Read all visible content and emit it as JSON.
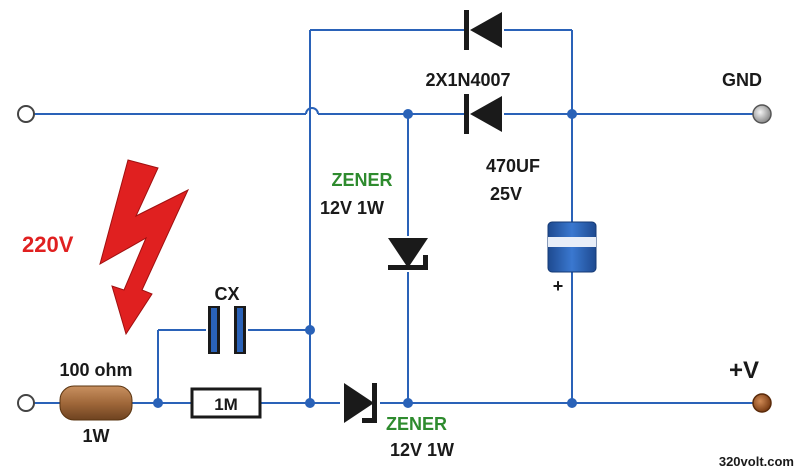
{
  "labels": {
    "diodes": "2X1N4007",
    "gnd": "GND",
    "cap_value": "470UF",
    "cap_voltage": "25V",
    "zener1_name": "ZENER",
    "zener1_rating": "12V 1W",
    "zener2_name": "ZENER",
    "zener2_rating": "12V 1W",
    "mains": "220V",
    "cx": "CX",
    "resistor_value": "100 ohm",
    "resistor_power": "1W",
    "bleeder": "1M",
    "plus_v": "+V",
    "polarity": "+",
    "watermark": "320volt.com"
  },
  "colors": {
    "wire": "#2a62b8",
    "zener_label": "#2e8b2e",
    "mains_label": "#e02020",
    "resistor": "#a0683a",
    "output_terminal": "#a0522d",
    "capacitor_body": "#2a62b8",
    "capacitor_band": "#e8eef8"
  }
}
